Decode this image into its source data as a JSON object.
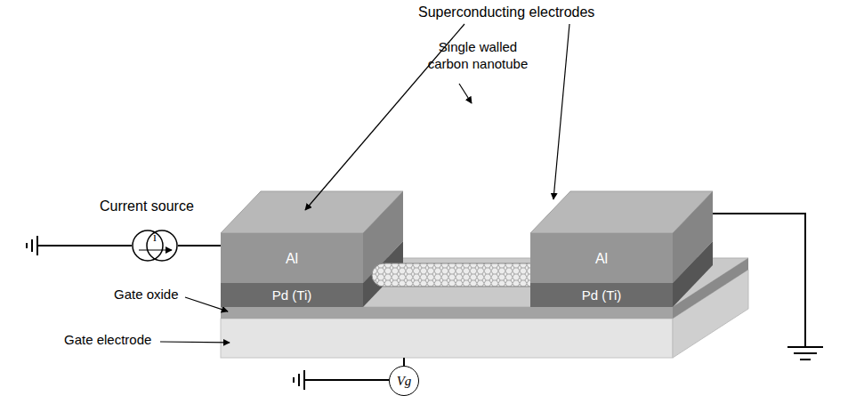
{
  "diagram": {
    "nodes": [
      {
        "text": [
          "Al"
        ]
      },
      {
        "text": [
          "Pd (Ti)"
        ]
      },
      {
        "text": [
          "Al"
        ]
      },
      {
        "text": [
          "Pd (Ti)"
        ]
      },
      {
        "text": [
          "i"
        ]
      },
      {
        "text": [
          "Vg"
        ]
      }
    ],
    "edges": [
      {
        "from": 4,
        "to": 0,
        "arrow": "none"
      }
    ],
    "labels": [
      "Superconducting electrodes",
      "Single walled carbon nanotube",
      "Current source",
      "Gate oxide",
      "Gate electrode"
    ]
  }
}
